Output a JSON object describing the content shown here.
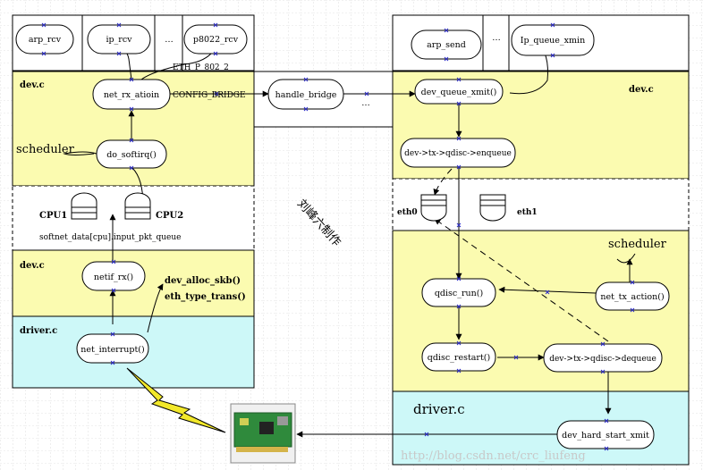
{
  "nodes": {
    "arp_rcv": "arp_rcv",
    "ip_rcv": "ip_rcv",
    "p8022_rcv": "p8022_rcv",
    "ellipsis": "…",
    "net_rx_action": "net_rx_atioin",
    "do_softirq": "do_softirq()",
    "handle_bridge": "handle_bridge",
    "arp_send": "arp_send",
    "ip_queue_xmit": "Ip_queue_xmin",
    "dev_queue_xmit": "dev_queue_xmit()",
    "enqueue": "dev->tx->qdisc->enqueue",
    "netif_rx": "netif_rx()",
    "net_interrupt": "net_interrupt()",
    "qdisc_run": "qdisc_run()",
    "net_tx_action": "net_tx_action()",
    "qdisc_restart": "qdisc_restart()",
    "dequeue": "dev->tx->qdisc->dequeue",
    "dev_hard_start_xmit": "dev_hard_start_xmit"
  },
  "labels": {
    "dev_c": "dev.c",
    "driver_c": "driver.c",
    "eth_p_802_2": "ETH_P_802_2",
    "config_bridge": "CONFIG_BRIDGE",
    "scheduler": "scheduler",
    "cpu1": "CPU1",
    "cpu2": "CPU2",
    "softnet_data": "softnet_data[cpu].input_pkt_queue",
    "dev_alloc_skb": "dev_alloc_skb()",
    "eth_type_trans": "eth_type_trans()",
    "eth0": "eth0",
    "eth1": "eth1",
    "author": "刘峰六制作",
    "watermark": "http://blog.csdn.net/crc_liufeng"
  },
  "colors": {
    "yellow": "#fbfbb0",
    "cyan": "#cdf8f8",
    "grid": "#c8c8c8",
    "node_border": "#000000",
    "x_marker": "#2b2bc8",
    "lightning": "#f2e82a"
  },
  "icons": {
    "nic_card": "network-interface-card-icon",
    "lightning": "lightning-bolt-icon",
    "queue": "packet-queue-icon"
  }
}
